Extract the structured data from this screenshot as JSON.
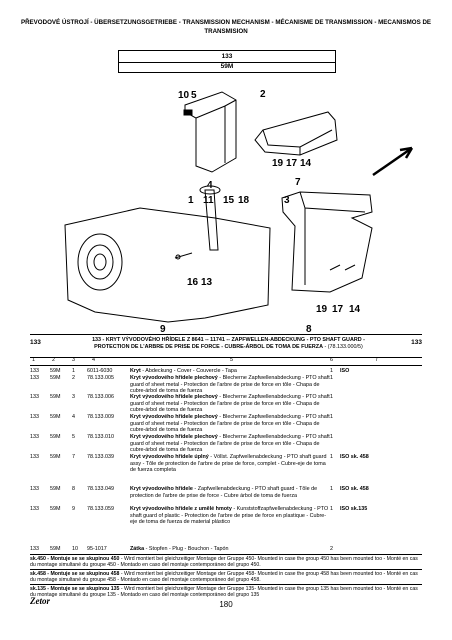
{
  "header": {
    "line1": "PŘEVODOVÉ ÚSTROJÍ - ÜBERSETZUNGSGETRIEBE - TRANSMISSION MECHANISM - MÉCANISME DE TRANSMISSION - MECANISMOS DE",
    "line2": "TRANSMISION"
  },
  "codes": [
    "133",
    "59M"
  ],
  "figure": {
    "callouts": [
      "10",
      "5",
      "2",
      "19",
      "17",
      "14",
      "4",
      "7",
      "1",
      "11",
      "15",
      "18",
      "3",
      "16",
      "13",
      "19",
      "17",
      "14",
      "9",
      "8"
    ]
  },
  "section": {
    "number_left": "133",
    "number_right": "133",
    "title_bold": "133 - KRYT VÝVODOVÉHO HŘÍDELE Z 8641 -- 11741 -- ZAPFWELLEN-ABDECKUNG - PTO SHAFT GUARD -",
    "title_line2": "PROTECTION DE L'ARBRE DE PRISE DE FORCE - CUBRE-ÁRBOL DE TOMA DE FUERZA",
    "title_ref": " - (78.133.000/5)"
  },
  "column_headers": [
    "1",
    "2",
    "3",
    "4",
    "5",
    "6",
    "7"
  ],
  "rows": [
    {
      "c1": "133",
      "c2": "59M",
      "c3": "1",
      "c4": "6011-6030",
      "bold": "Kryt",
      "desc": " - Abdeckung - Cover - Couvercle - Tapa",
      "qty": "1",
      "note": "ISO"
    },
    {
      "c1": "133",
      "c2": "59M",
      "c3": "2",
      "c4": "78.133.005",
      "bold": "Kryt vývodového hřídele plechový",
      "desc": " - Blecherne Zapfwellenabdeckung - PTO shaft guard of sheet metal - Protection de l'arbre de prise de force en tôle - Chapa de cubre-árbol de toma de fuerza",
      "qty": "1",
      "note": ""
    },
    {
      "c1": "133",
      "c2": "59M",
      "c3": "3",
      "c4": "78.133.006",
      "bold": "Kryt vývodového hřídele plechový",
      "desc": " - Blecherne Zapfwellenabdeckung - PTO shaft guard of sheet metal - Protection de l'arbre de prise de force en tôle - Chapa de cubre-árbol de toma de fuerza",
      "qty": "1",
      "note": ""
    },
    {
      "c1": "133",
      "c2": "59M",
      "c3": "4",
      "c4": "78.133.009",
      "bold": "Kryt vývodového hřídele plechový",
      "desc": " - Blecherne Zapfwellenabdeckung - PTO shaft guard of sheet metal - Protection de l'arbre de prise de force en tôle - Chapa de cubre-árbol de toma de fuerza",
      "qty": "1",
      "note": ""
    },
    {
      "c1": "133",
      "c2": "59M",
      "c3": "5",
      "c4": "78.133.010",
      "bold": "Kryt vývodového hřídele plechový",
      "desc": " - Blecherne Zapfwellenabdeckung - PTO shaft guard of sheet metal - Protection de l'arbre de prise de force en tôle - Chapa de cubre-árbol de toma de fuerza",
      "qty": "1",
      "note": ""
    },
    {
      "c1": "133",
      "c2": "59M",
      "c3": "7",
      "c4": "78.133.039",
      "bold": "Kryt vývodového hřídele úplný",
      "desc": " - Völlst. Zapfwellenabdeckung - PTO shaft guard assy - Tôle de protection de l'arbre de prise de force, complet - Cubre-eje de toma de fuerza completa",
      "qty": "1",
      "note": "ISO sk. 458"
    },
    {
      "c1": "133",
      "c2": "59M",
      "c3": "8",
      "c4": "78.133.049",
      "bold": "Kryt vývodového hřídele",
      "desc": " - Zapfwellenabdeckung - PTO shaft guard - Tôle de protection de l'arbre de prise de force - Cubre árbol de toma de fuerza",
      "qty": "1",
      "note": "ISO sk. 458"
    },
    {
      "c1": "133",
      "c2": "59M",
      "c3": "9",
      "c4": "78.133.059",
      "bold": "Kryt vývodového hřídele z umělé hmoty",
      "desc": " - Kunststoffzapfwellenabdeckung - PTO shaft guard of plastic - Protection de l'arbre de prise de force en plastique - Cubre-eje de toma de fuerza de material plástico",
      "qty": "1",
      "note": "ISO sk.135"
    },
    {
      "c1": "133",
      "c2": "59M",
      "c3": "10",
      "c4": "95-1017",
      "bold": "Zátka",
      "desc": " - Stopfen - Plug - Bouchon - Tapón",
      "qty": "2",
      "note": ""
    }
  ],
  "notes": [
    {
      "bold": "sk.450 - Montuje se se skupinou 450",
      "text": " - Wird montiert bei gleichzeitiger Montage der Gruppe 450- Mounted in case the group 450 has been mounted too - Monté en cas du montage simultané du groupe 450 - Montado en caso del montaje contemporáneo del grupo 450."
    },
    {
      "bold": "sk.458 - Montuje se se skupinou 458",
      "text": " - Wird montiert bei gleichzeitiger Montage der Gruppe 458- Mounted in case the group 458 has been mounted too - Monté en cas du montage simultané du groupe 458 - Montado en caso del montaje contemporáneo del grupo 458."
    },
    {
      "bold": "sk.135 - Montuje se se skupinou 135",
      "text": " - Wird montiert bei gleichzeitiger Montage der Gruppe 135- Mounted in case the group 135 has been mounted too - Monté en cas du montage simultané du groupe 135 - Montado en caso del montaje contemporáneo del grupo 135"
    }
  ],
  "footer": {
    "logo_text": "Zetor",
    "page_number": "180"
  }
}
